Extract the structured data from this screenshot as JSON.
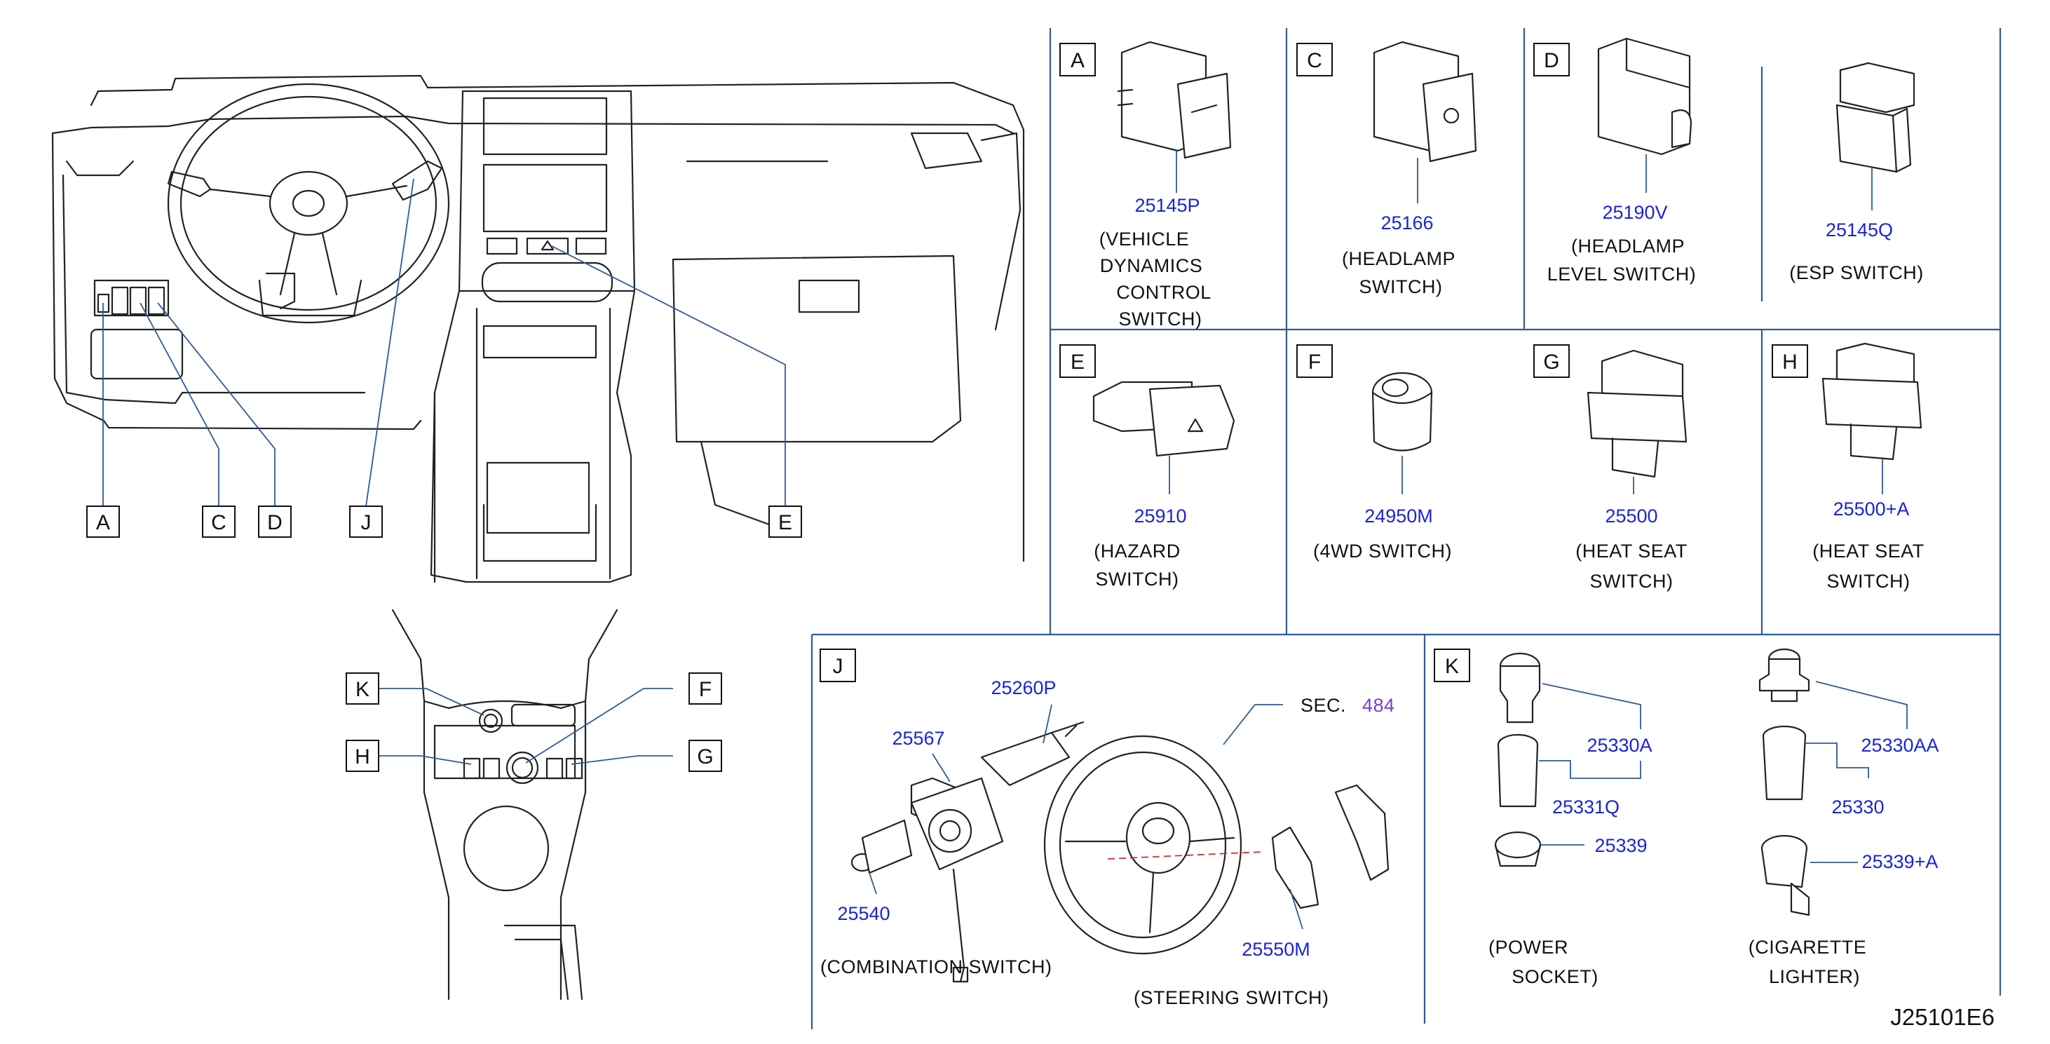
{
  "diagram": {
    "code": "J25101E6",
    "callouts": {
      "a": "A",
      "c": "C",
      "d": "D",
      "j": "J",
      "e": "E",
      "k": "K",
      "f": "F",
      "h": "H",
      "g": "G"
    },
    "panels": {
      "a": {
        "letter": "A",
        "part": "25145P",
        "caption": [
          "(VEHICLE",
          "DYNAMICS",
          "CONTROL",
          "SWITCH)"
        ]
      },
      "c": {
        "letter": "C",
        "part": "25166",
        "caption": [
          "(HEADLAMP",
          "SWITCH)"
        ]
      },
      "d": {
        "letter": "D",
        "part": "25190V",
        "caption": [
          "(HEADLAMP",
          "LEVEL   SWITCH)"
        ]
      },
      "esp": {
        "part": "25145Q",
        "caption": [
          "(ESP   SWITCH)"
        ]
      },
      "e": {
        "letter": "E",
        "part": "25910",
        "caption": [
          "(HAZARD",
          "SWITCH)"
        ]
      },
      "f": {
        "letter": "F",
        "part": "24950M",
        "caption": [
          "(4WD   SWITCH)"
        ]
      },
      "g": {
        "letter": "G",
        "part": "25500",
        "caption": [
          "(HEAT   SEAT",
          "SWITCH)"
        ]
      },
      "h": {
        "letter": "H",
        "part": "25500+A",
        "caption": [
          "(HEAT   SEAT",
          "SWITCH)"
        ]
      },
      "j": {
        "letter": "J",
        "parts": {
          "p25260P": "25260P",
          "p25567": "25567",
          "p25540": "25540",
          "p25550M": "25550M"
        },
        "sec_label": "SEC.",
        "sec_num": "484",
        "caption_combination": "(COMBINATION   SWITCH)",
        "caption_steering": "(STEERING   SWITCH)"
      },
      "k": {
        "letter": "K",
        "parts": {
          "p25330A": "25330A",
          "p25331Q": "25331Q",
          "p25339": "25339",
          "p25330AA": "25330AA",
          "p25330": "25330",
          "p25339A": "25339+A"
        },
        "caption_power": [
          "(POWER",
          "SOCKET)"
        ],
        "caption_lighter": [
          "(CIGARETTE",
          "LIGHTER)"
        ]
      }
    }
  },
  "colors": {
    "frame": "#2f5b96",
    "part_number": "#1a24d8",
    "sec_number": "#7a3fd6",
    "line": "#222222"
  }
}
